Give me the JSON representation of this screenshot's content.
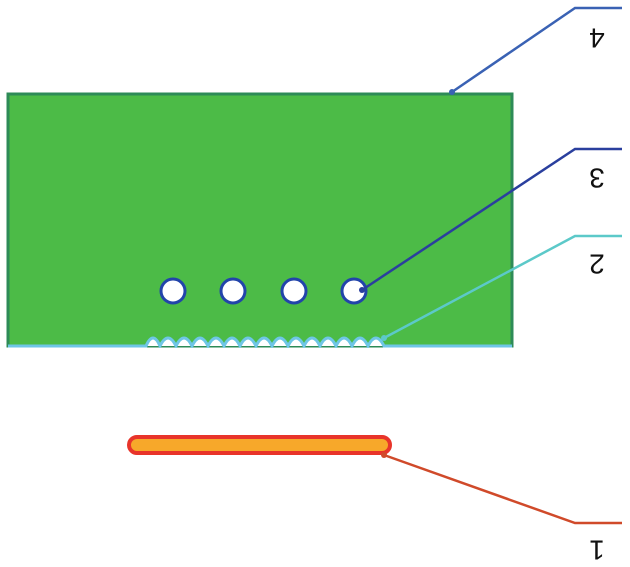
{
  "diagram": {
    "colors": {
      "block_fill": "#4cbb47",
      "block_edge": "#2e8b57",
      "strip_fill": "#f7a82a",
      "strip_edge": "#e8342a",
      "hole_fill": "#ffffff",
      "hole_edge": "#2244aa",
      "bottom_edge": "#6ec6e6",
      "leader_1": "#d04a2a",
      "leader_2": "#5cc9c9",
      "leader_3": "#2a3f9e",
      "leader_4": "#3a62b4"
    },
    "callouts": [
      {
        "id": "1",
        "label": "1",
        "part": "heating-strip"
      },
      {
        "id": "2",
        "label": "2",
        "part": "wavy-bottom-edge"
      },
      {
        "id": "3",
        "label": "3",
        "part": "channel-holes"
      },
      {
        "id": "4",
        "label": "4",
        "part": "green-block"
      }
    ],
    "hole_count": 4
  }
}
